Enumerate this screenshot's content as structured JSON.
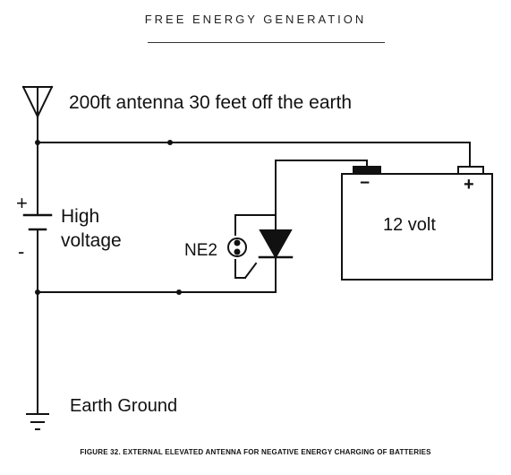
{
  "header": "FREE ENERGY GENERATION",
  "labels": {
    "antenna": "200ft antenna 30 feet off the earth",
    "hv_plus": "+",
    "hv_minus": "-",
    "hv_line1": "High",
    "hv_line2": "voltage",
    "ne2": "NE2",
    "battery": "12 volt",
    "batt_minus": "−",
    "batt_plus": "+",
    "ground": "Earth Ground"
  },
  "caption": "FIGURE 32. EXTERNAL ELEVATED ANTENNA FOR NEGATIVE ENERGY CHARGING OF BATTERIES"
}
